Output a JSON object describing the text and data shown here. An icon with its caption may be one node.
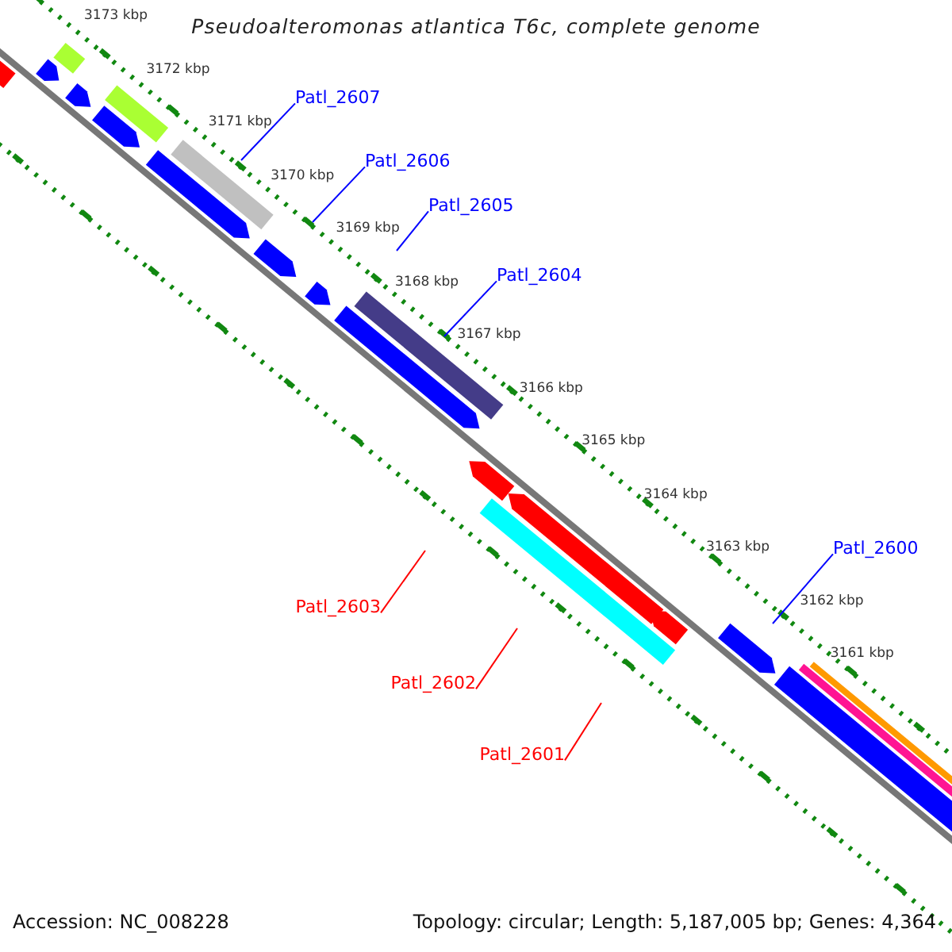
{
  "diagram": {
    "title": "Pseudoalteromonas atlantica T6c, complete genome",
    "nodes": [
      {
        "text": [
          "Patl_2607"
        ]
      },
      {
        "text": [
          "Patl_2606"
        ]
      },
      {
        "text": [
          "Patl_2605"
        ]
      },
      {
        "text": [
          "Patl_2604"
        ]
      },
      {
        "text": [
          "Patl_2600"
        ]
      },
      {
        "text": [
          "Patl_2603"
        ]
      },
      {
        "text": [
          "Patl_2602"
        ]
      },
      {
        "text": [
          "Patl_2601"
        ]
      }
    ],
    "edges": [
      {
        "from": 0,
        "to": null,
        "arrow": "none"
      },
      {
        "from": 1,
        "to": null,
        "arrow": "none"
      },
      {
        "from": 2,
        "to": null,
        "arrow": "none"
      },
      {
        "from": 3,
        "to": null,
        "arrow": "none"
      },
      {
        "from": 4,
        "to": null,
        "arrow": "none"
      },
      {
        "from": 5,
        "to": null,
        "arrow": "none",
        "color": "#ff0000"
      },
      {
        "from": 6,
        "to": null,
        "arrow": "none",
        "color": "#ff0000"
      },
      {
        "from": 7,
        "to": null,
        "arrow": "none",
        "color": "#ff0000"
      }
    ],
    "labels": [
      "3173 kbp",
      "3172 kbp",
      "3171 kbp",
      "3170 kbp",
      "3169 kbp",
      "3168 kbp",
      "3167 kbp",
      "3166 kbp",
      "3165 kbp",
      "3164 kbp",
      "3163 kbp",
      "3162 kbp",
      "3161 kbp",
      "Accession: NC_008228",
      "Topology: circular; Length: 5,187,005 bp; Genes: 4,364"
    ]
  }
}
